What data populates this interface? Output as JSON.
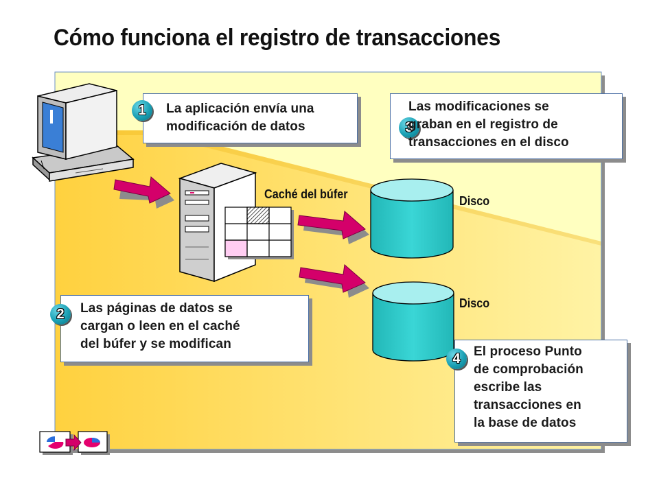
{
  "title": "Cómo funciona el registro de transacciones",
  "colors": {
    "panel": "#ffffc0",
    "band": "#ffd84a",
    "cylinder": "#2ec9c9",
    "cylinder_top": "#a8efef",
    "arrow": "#d4006a",
    "badge": "#1aa0b4"
  },
  "steps": [
    {
      "number": "1",
      "text_lines": [
        "La aplicación envía una",
        "modificación de datos"
      ]
    },
    {
      "number": "2",
      "text_lines": [
        "Las páginas de datos se",
        "cargan o leen en el caché",
        "del búfer y se modifican"
      ]
    },
    {
      "number": "3",
      "text_lines": [
        "Las modificaciones se",
        "graban en el registro de",
        "transacciones en el disco"
      ]
    },
    {
      "number": "4",
      "text_lines": [
        "El proceso Punto",
        "de comprobación",
        "escribe las",
        "transacciones en",
        "la base de datos"
      ]
    }
  ],
  "labels": {
    "buffer_cache": "Caché del búfer",
    "disk_log": "Disco",
    "disk_data": "Disco"
  },
  "icons": {
    "workstation": "computer-monitor-icon",
    "server": "server-tower-icon",
    "nav": "slide-navigation-icon"
  }
}
